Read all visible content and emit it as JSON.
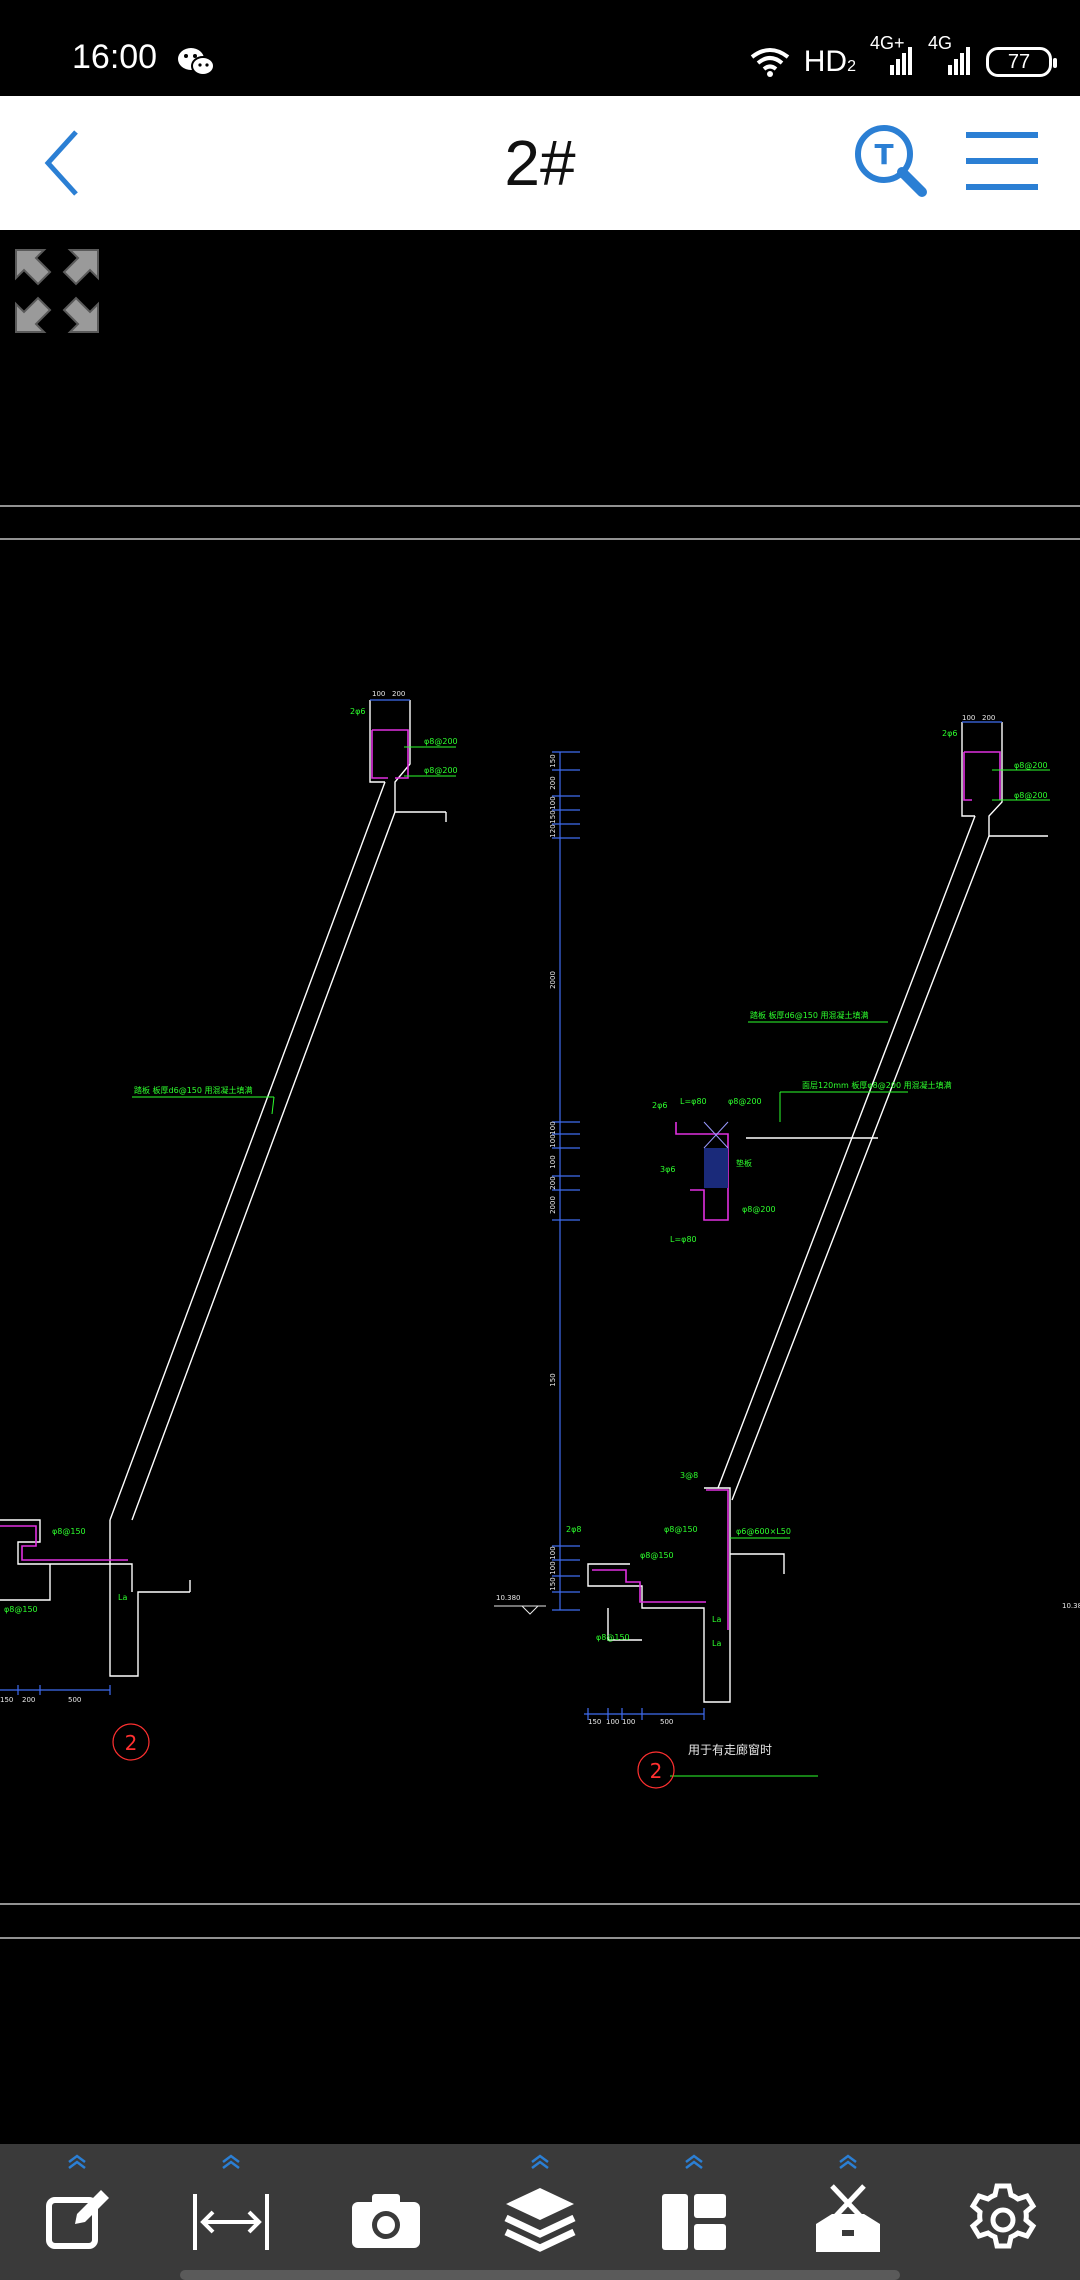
{
  "status_bar": {
    "time": "16:00",
    "hd_label": "HD",
    "hd_sub": "2",
    "net1": "4G+",
    "net2": "4G",
    "battery": "77"
  },
  "header": {
    "title": "2#",
    "search_icon": "text-search-icon",
    "menu_icon": "hamburger-menu-icon",
    "back_icon": "back-chevron-icon"
  },
  "drawing": {
    "left": {
      "callout": "踏板 板厚d6@150 用混凝土填满",
      "rebar_top1": "φ8@200",
      "rebar_top2": "φ8@200",
      "dim_top": "200",
      "dim_top2": "100",
      "bar_count": "2φ6",
      "rebar_bot": "φ8@150",
      "rebar_bot2": "φ8@150",
      "la_label": "La",
      "dim_b1": "150",
      "dim_b2": "200",
      "dim_b3": "500",
      "section_no": "2"
    },
    "vertical_dims": [
      "150",
      "200",
      "100",
      "150",
      "120",
      "2000",
      "100",
      "100",
      "100",
      "200",
      "2000",
      "150",
      "100",
      "100",
      "150"
    ],
    "right": {
      "callout1": "踏板 板厚d6@150 用混凝土填满",
      "callout2": "面层120mm 板厚φ8@200 用混凝土填满",
      "detail_bars1": "2φ6",
      "detail_bars2": "3φ6",
      "detail_ln1": "L=φ80",
      "detail_ln2": "L=φ80",
      "detail_rebar1": "φ8@200",
      "detail_rebar2": "φ8@200",
      "detail_note": "垫板",
      "rebar_top1": "φ8@200",
      "rebar_top2": "φ8@200",
      "dim_top": "200",
      "dim_top2": "100",
      "bar_count": "2φ6",
      "col_top": "3@8",
      "rebar_stair": "φ8@150",
      "rebar_col": "φ6@600×L50",
      "rebar_side": "φ8@150",
      "rebar_bot": "φ8@150",
      "bars_left": "2φ8",
      "la1": "La",
      "la2": "La",
      "level": "10.380",
      "level_right": "10.38",
      "dim_b1": "150",
      "dim_b2": "100",
      "dim_b3": "100",
      "dim_b4": "500",
      "section_no": "2",
      "section_note": "用于有走廊窗时"
    }
  },
  "toolbar": {
    "items": [
      {
        "icon": "annotate-edit-icon",
        "has_expand": true
      },
      {
        "icon": "measure-distance-icon",
        "has_expand": true
      },
      {
        "icon": "camera-icon",
        "has_expand": false
      },
      {
        "icon": "layers-icon",
        "has_expand": true
      },
      {
        "icon": "layout-icon",
        "has_expand": true
      },
      {
        "icon": "toolbox-icon",
        "has_expand": true
      },
      {
        "icon": "settings-gear-icon",
        "has_expand": false
      }
    ]
  },
  "colors": {
    "accent": "#2b7fd4",
    "cad_green": "#2dff2d",
    "cad_blue": "#3f6cf0",
    "cad_magenta": "#e030e0",
    "cad_red": "#ff3030",
    "toolbar_bg": "#3a3a3a"
  }
}
